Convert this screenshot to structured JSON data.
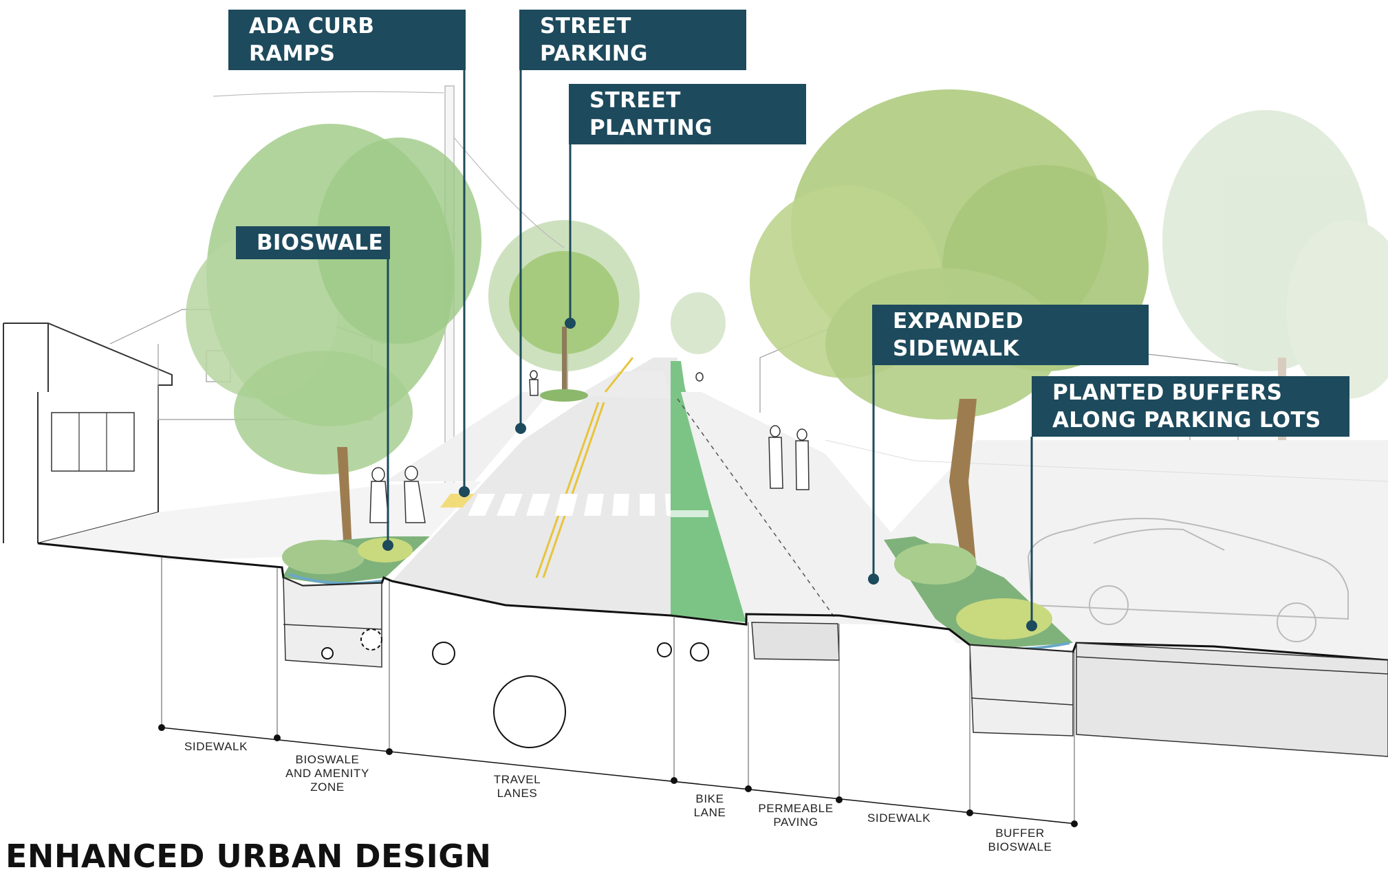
{
  "title": "ENHANCED URBAN DESIGN",
  "callouts": {
    "ada_curb_ramps": "ADA CURB RAMPS",
    "street_parking": "STREET PARKING",
    "street_planting": "STREET PLANTING",
    "bioswale": "BIOSWALE",
    "expanded_sidewalk": "EXPANDED SIDEWALK",
    "planted_buffers": "PLANTED BUFFERS\nALONG PARKING LOTS"
  },
  "zones": {
    "sidewalk_left": "SIDEWALK",
    "bioswale_amenity": "BIOSWALE\nAND AMENITY\nZONE",
    "travel_lanes": "TRAVEL\nLANES",
    "bike_lane": "BIKE\nLANE",
    "permeable_paving": "PERMEABLE\nPAVING",
    "sidewalk_right": "SIDEWALK",
    "buffer_bioswale": "BUFFER\nBIOSWALE"
  },
  "colors": {
    "callout_bg": "#1d4a5c",
    "bike_lane": "#7cc486",
    "tree_green": "#9bc47a",
    "crosswalk_yellow": "#f2dc7a"
  }
}
